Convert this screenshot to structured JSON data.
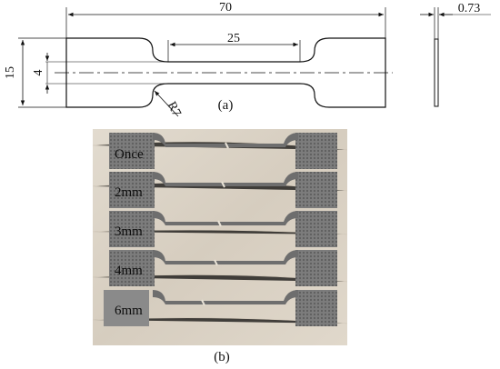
{
  "drawing": {
    "dim_length": "70",
    "dim_gauge": "25",
    "dim_width": "15",
    "dim_neck": "4",
    "dim_radius": "R7",
    "dim_thickness": "0.73"
  },
  "captions": {
    "a": "(a)",
    "b": "(b)"
  },
  "photo": {
    "labels": [
      "Once",
      "2mm",
      "3mm",
      "4mm",
      "6mm"
    ]
  },
  "colors": {
    "line": "#111111",
    "wood": "#d9d1c4",
    "specimen": "#8a8a8a",
    "specimen_dark": "#6e6e6e"
  }
}
